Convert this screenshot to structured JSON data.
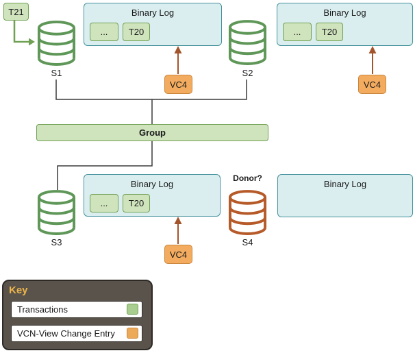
{
  "diagram": {
    "t21_label": "T21",
    "group_label": "Group",
    "vc4_label": "VC4",
    "binary_logs": [
      {
        "title": "Binary Log",
        "entries": [
          "...",
          "T20"
        ]
      },
      {
        "title": "Binary Log",
        "entries": [
          "...",
          "T20"
        ]
      },
      {
        "title": "Binary Log",
        "entries": [
          "...",
          "T20"
        ]
      },
      {
        "title": "Binary Log",
        "entries": []
      }
    ],
    "servers": [
      {
        "label": "S1"
      },
      {
        "label": "S2"
      },
      {
        "label": "S3"
      },
      {
        "label": "S4",
        "annotation": "Donor?"
      }
    ]
  },
  "key": {
    "title": "Key",
    "items": [
      {
        "label": "Transactions",
        "swatch_color": "#a9cd8e"
      },
      {
        "label": "VCN-View Change Entry",
        "swatch_color": "#eda95a"
      }
    ]
  },
  "colors": {
    "transaction_green_fill": "#cfe3bd",
    "transaction_green_border": "#70a053",
    "binlog_teal_fill": "#daeef0",
    "binlog_teal_border": "#44919b",
    "view_change_orange_fill": "#f3ac5f",
    "view_change_orange_border": "#c9863c",
    "arrow_rust": "#a4542a",
    "cylinder_green": "#5f9758",
    "cylinder_rust": "#b55a28",
    "connector_black": "#3a3a3a",
    "key_background": "#59534c",
    "key_title_gold": "#eeb54a"
  }
}
